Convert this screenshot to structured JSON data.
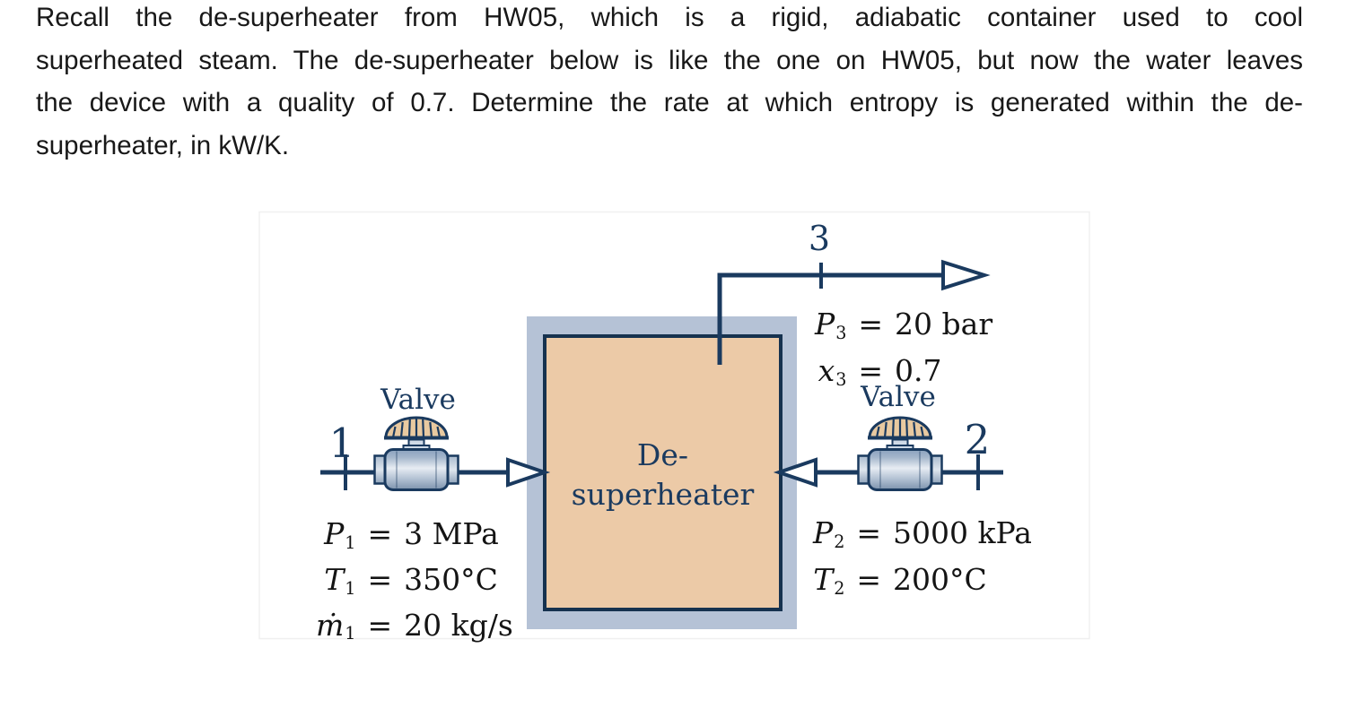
{
  "problem": {
    "lines": [
      "Recall the de-superheater from HW05, which is a rigid, adiabatic container used to cool",
      "superheated steam. The de-superheater below is like the one on HW05, but now the water leaves",
      "the device with a quality of 0.7. Determine the rate at which entropy is generated within the de-",
      "superheater, in kW/K."
    ]
  },
  "figure": {
    "vessel": {
      "label_line1": "De-",
      "label_line2": "superheater"
    },
    "valve_label": "Valve",
    "equals_sign": "=",
    "streams": {
      "s1": {
        "number": "1",
        "props": [
          {
            "var": "P",
            "sub": "1",
            "value": "3 MPa"
          },
          {
            "var": "T",
            "sub": "1",
            "value": "350°C"
          },
          {
            "var": "ṁ",
            "sub": "1",
            "value": "20 kg/s"
          }
        ]
      },
      "s2": {
        "number": "2",
        "props": [
          {
            "var": "P",
            "sub": "2",
            "value": "5000 kPa"
          },
          {
            "var": "T",
            "sub": "2",
            "value": "200°C"
          }
        ]
      },
      "s3": {
        "number": "3",
        "props": [
          {
            "var": "P",
            "sub": "3",
            "value": "20 bar"
          },
          {
            "var": "x",
            "sub": "3",
            "value": "0.7"
          }
        ]
      }
    },
    "colors": {
      "line_navy": "#1a3a5f",
      "vessel_outer_band": "#b5c2d6",
      "vessel_inner_fill": "#eccaa7",
      "valve_handle_tan": "#e8c9a0",
      "text_black": "#141414"
    }
  }
}
